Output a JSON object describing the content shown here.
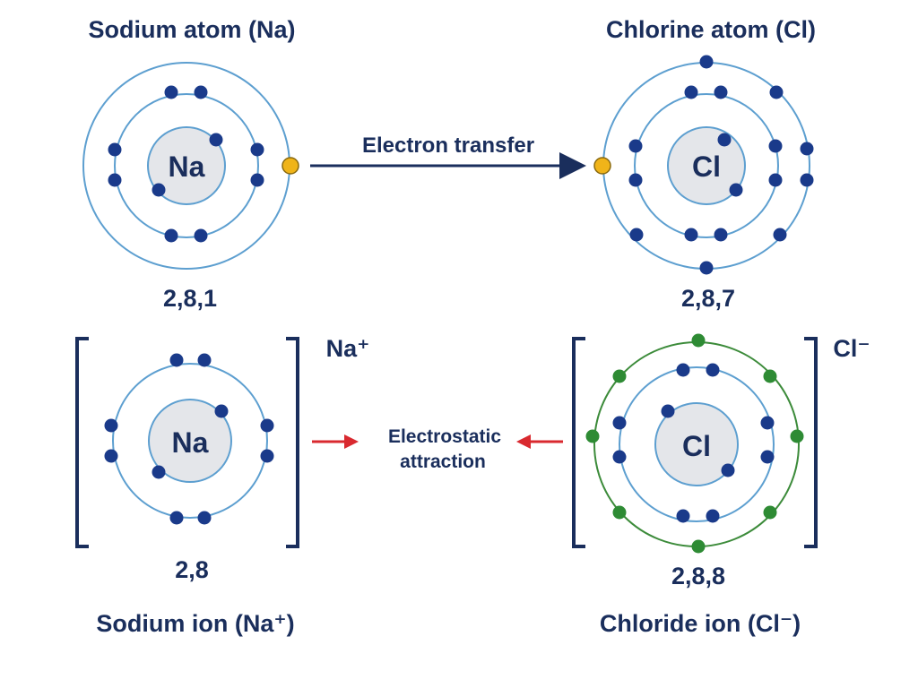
{
  "colors": {
    "text": "#1a2e5c",
    "shell": "#5d9fd0",
    "electron": "#1a3a8a",
    "transferred_electron": "#f0b419",
    "gained_shell_electron": "#2e8b34",
    "arrow_transfer": "#1a2e5c",
    "arrow_attraction": "#d9292f",
    "nucleus_fill": "#e4e6ea"
  },
  "sodium_atom": {
    "title": "Sodium atom (Na)",
    "symbol": "Na",
    "configuration": "2,8,1"
  },
  "chlorine_atom": {
    "title": "Chlorine atom (Cl)",
    "symbol": "Cl",
    "configuration": "2,8,7"
  },
  "transfer": {
    "label": "Electron transfer"
  },
  "sodium_ion": {
    "symbol": "Na",
    "charge_label": "Na⁺",
    "configuration": "2,8",
    "title": "Sodium ion (Na⁺)"
  },
  "chloride_ion": {
    "symbol": "Cl",
    "charge_label": "Cl⁻",
    "configuration": "2,8,8",
    "title": "Chloride ion (Cl⁻)"
  },
  "attraction": {
    "line1": "Electrostatic",
    "line2": "attraction"
  }
}
